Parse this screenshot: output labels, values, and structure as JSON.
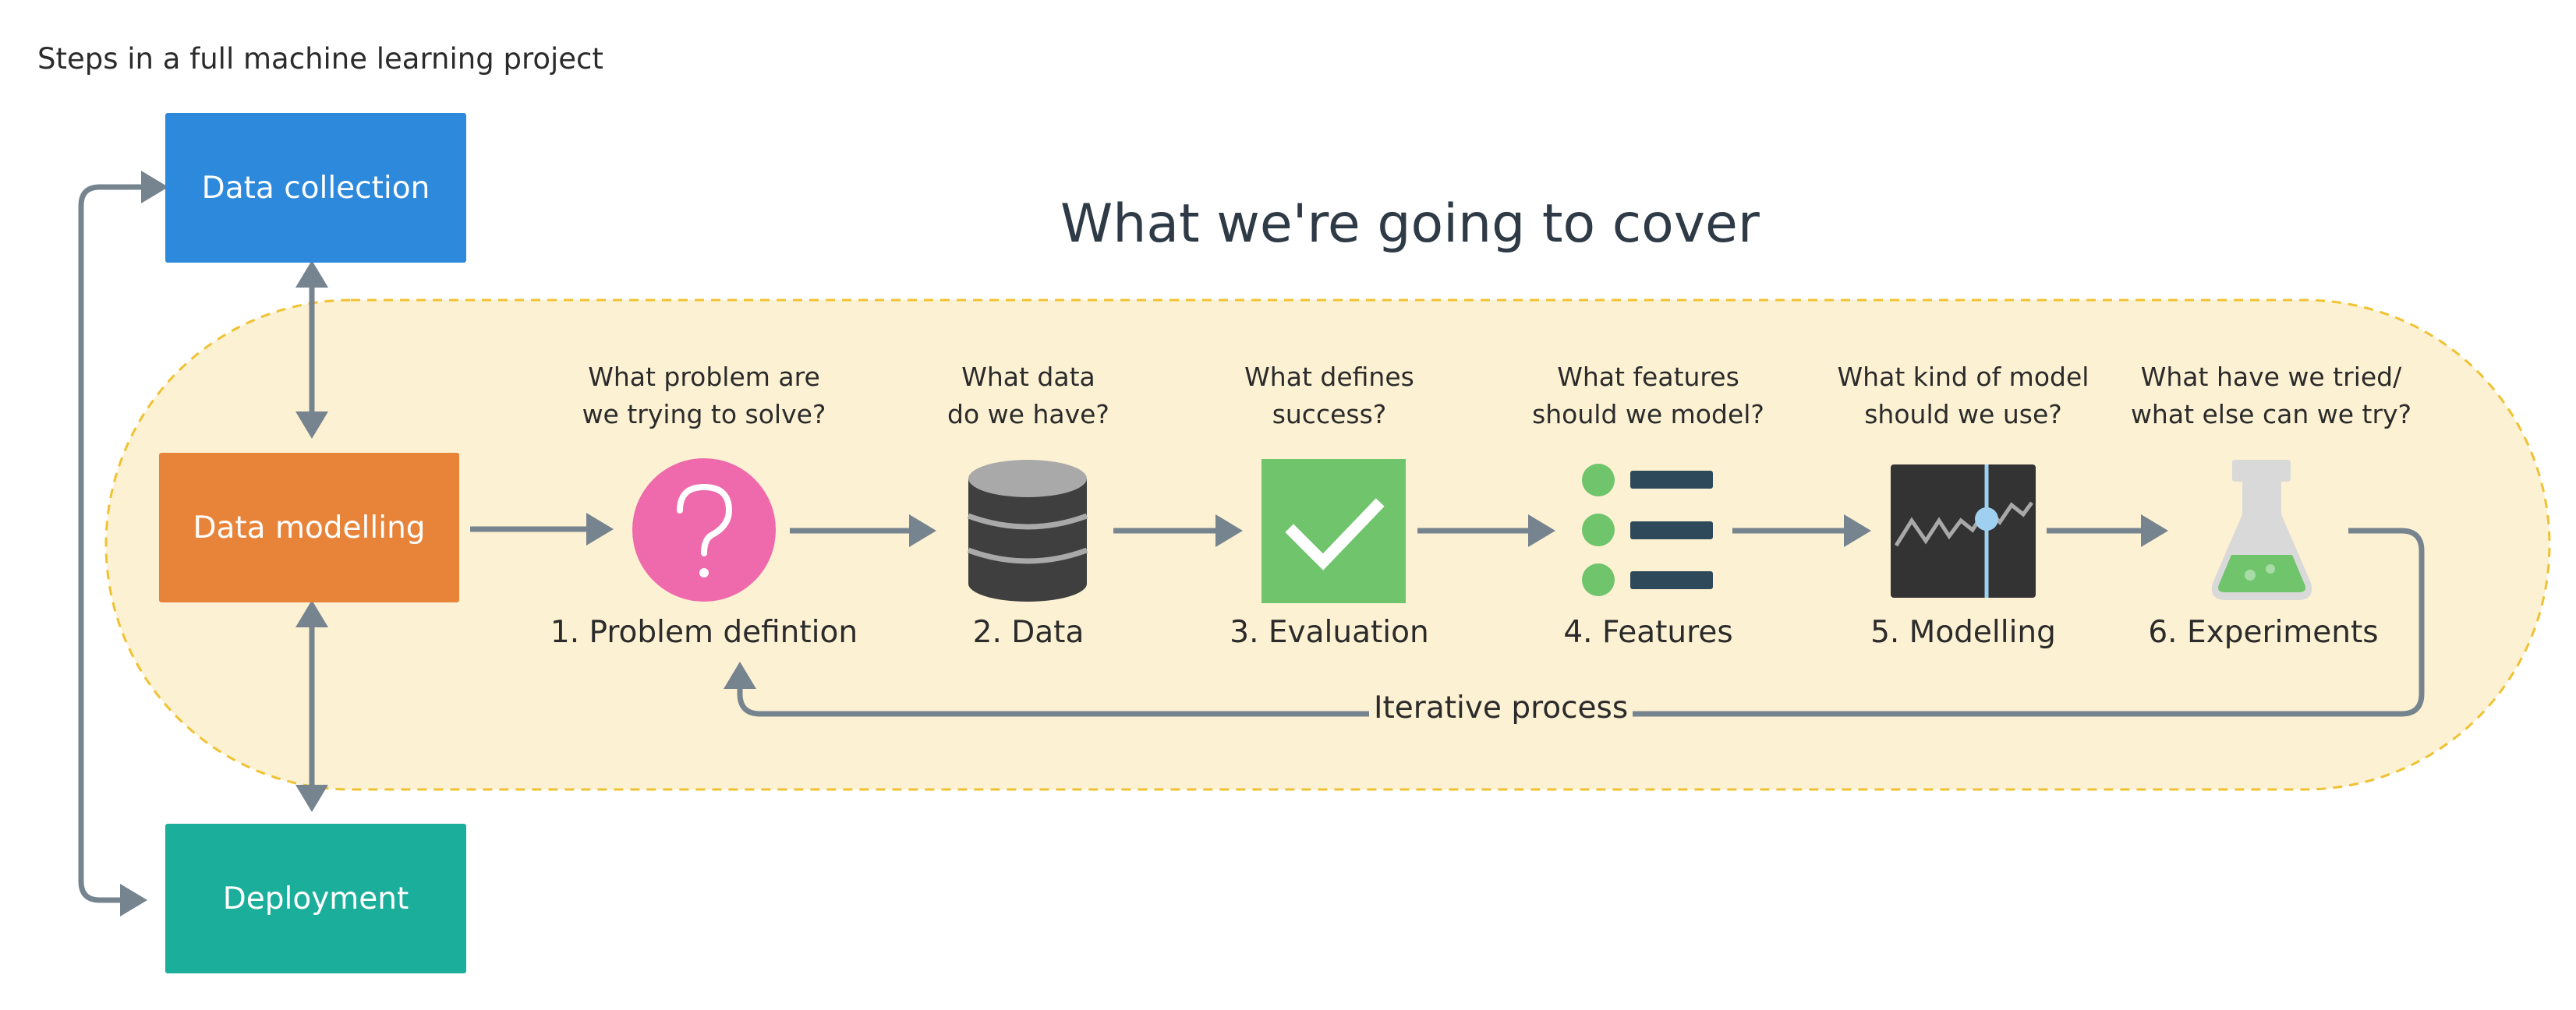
{
  "title": "Steps in a full machine learning project",
  "cover_title": "What we're going to cover",
  "boxes": {
    "collection": "Data collection",
    "modelling": "Data modelling",
    "deployment": "Deployment"
  },
  "steps": [
    {
      "question_line1": "What problem are",
      "question_line2": "we trying to solve?",
      "label": "1. Problem defintion",
      "icon": "question-icon"
    },
    {
      "question_line1": "What data",
      "question_line2": "do we have?",
      "label": "2. Data",
      "icon": "database-icon"
    },
    {
      "question_line1": "What defines",
      "question_line2": "success?",
      "label": "3. Evaluation",
      "icon": "checkmark-icon"
    },
    {
      "question_line1": "What features",
      "question_line2": "should we model?",
      "label": "4. Features",
      "icon": "feature-list-icon"
    },
    {
      "question_line1": "What kind of model",
      "question_line2": "should we use?",
      "label": "5. Modelling",
      "icon": "model-chart-icon"
    },
    {
      "question_line1": "What have we tried/",
      "question_line2": "what else can we try?",
      "label": "6. Experiments",
      "icon": "flask-icon"
    }
  ],
  "iterative_label": "Iterative process",
  "colors": {
    "collection": "#2c89dc",
    "modelling": "#e8843a",
    "deployment": "#1aae9b",
    "band_fill": "#fcf1d2",
    "band_border": "#f0c232",
    "arrow": "#76848f"
  }
}
